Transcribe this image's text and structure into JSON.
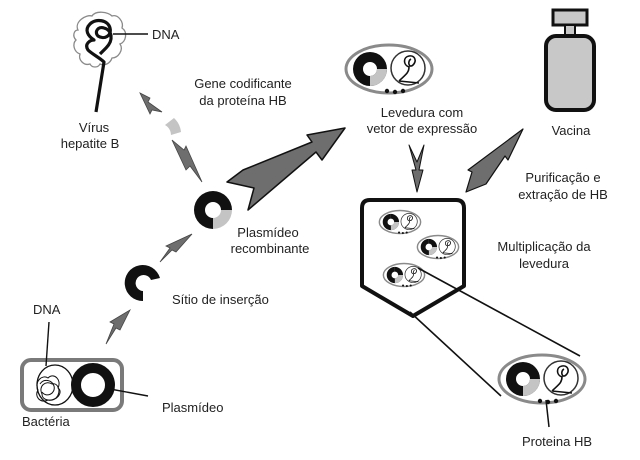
{
  "colors": {
    "black": "#111111",
    "arrow_gray": "#6e6e6e",
    "light_gray": "#c4c4c4",
    "outline_gray": "#8a8a8a",
    "vial_fill": "#c8c8c8"
  },
  "labels": {
    "virus_dna": "DNA",
    "virus_name_line1": "Vírus",
    "virus_name_line2": "hepatite B",
    "gene_line1": "Gene codificante",
    "gene_line2": "da proteína HB",
    "recombinant_line1": "Plasmídeo",
    "recombinant_line2": "recombinante",
    "insertion_site": "Sítio de inserção",
    "bacteria_dna": "DNA",
    "bacteria": "Bactéria",
    "plasmid": "Plasmídeo",
    "yeast_line1": "Levedura com",
    "yeast_line2": "vetor de expressão",
    "vaccine": "Vacina",
    "purification_line1": "Purificação e",
    "purification_line2": "extração de HB",
    "multiplication_line1": "Multiplicação da",
    "multiplication_line2": "levedura",
    "protein": "Proteina HB"
  },
  "icons": {
    "virus": "virus-icon",
    "gene_fragment": "gene-fragment-icon",
    "plasmid": "plasmid-ring-icon",
    "open_plasmid": "open-plasmid-icon",
    "recombinant_plasmid": "recombinant-plasmid-icon",
    "bacterium": "bacterium-icon",
    "yeast_cell": "yeast-cell-icon",
    "fermenter": "fermenter-tank-icon",
    "vaccine_vial": "vaccine-vial-icon",
    "arrow": "arrow-icon"
  }
}
